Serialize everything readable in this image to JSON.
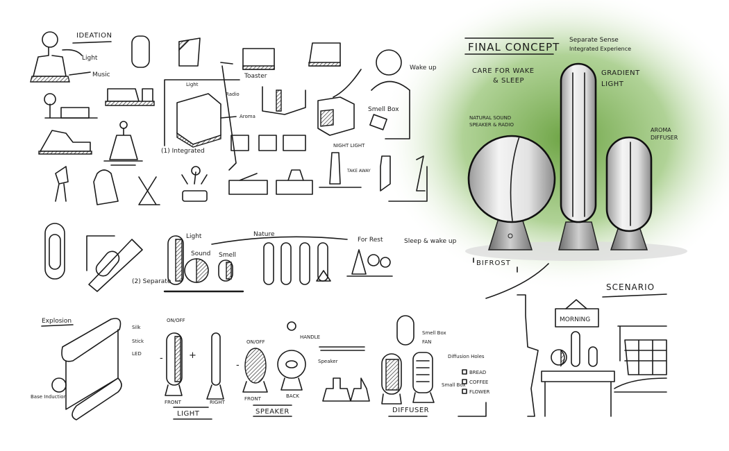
{
  "ideation": {
    "title": "IDEATION",
    "light": "Light",
    "music": "Music",
    "toaster": "Toaster",
    "light_small": "Light",
    "radio": "Radio",
    "aroma": "Aroma",
    "integrated": "(1) Integrated",
    "wake_up": "Wake up",
    "smell_box": "Smell Box",
    "night_light": "NIGHT LIGHT",
    "take_away": "TAKE AWAY"
  },
  "separate": {
    "light": "Light",
    "sound": "Sound",
    "smell": "Smell",
    "nature": "Nature",
    "for_rest": "For Rest",
    "sleep_wake": "Sleep & wake up",
    "label": "(2) Separate"
  },
  "explosion": {
    "title": "Explosion",
    "silk": "Silk",
    "stick": "Stick",
    "led": "LED",
    "base": "Base Induction"
  },
  "light_views": {
    "onoff": "ON/OFF",
    "minus": "-",
    "plus": "+",
    "front": "FRONT",
    "right": "RIGHT",
    "title": "LIGHT"
  },
  "speaker_views": {
    "onoff": "ON/OFF",
    "minus": "-",
    "front": "FRONT",
    "back": "BACK",
    "handle": "HANDLE",
    "speaker": "Speaker",
    "title": "SPEAKER"
  },
  "diffuser_views": {
    "smell_box": "Smell Box",
    "fan": "FAN",
    "holes": "Diffusion Holes",
    "small_box": "Small Box",
    "bread": "BREAD",
    "coffee": "COFFEE",
    "flower": "FLOWER",
    "title": "DIFFUSER"
  },
  "final": {
    "title": "FINAL CONCEPT",
    "subtitle_1": "Separate Sense",
    "subtitle_2": "Integrated Experience",
    "care_1": "CARE FOR WAKE",
    "care_2": "& SLEEP",
    "gradient_1": "GRADIENT",
    "gradient_2": "LIGHT",
    "sound_1": "NATURAL SOUND",
    "sound_2": "SPEAKER & RADIO",
    "aroma_1": "AROMA",
    "aroma_2": "DIFFUSER",
    "name": "BIFROST",
    "accent": "#8fbf6a"
  },
  "scenario": {
    "title": "SCENARIO",
    "sign": "MORNING"
  }
}
